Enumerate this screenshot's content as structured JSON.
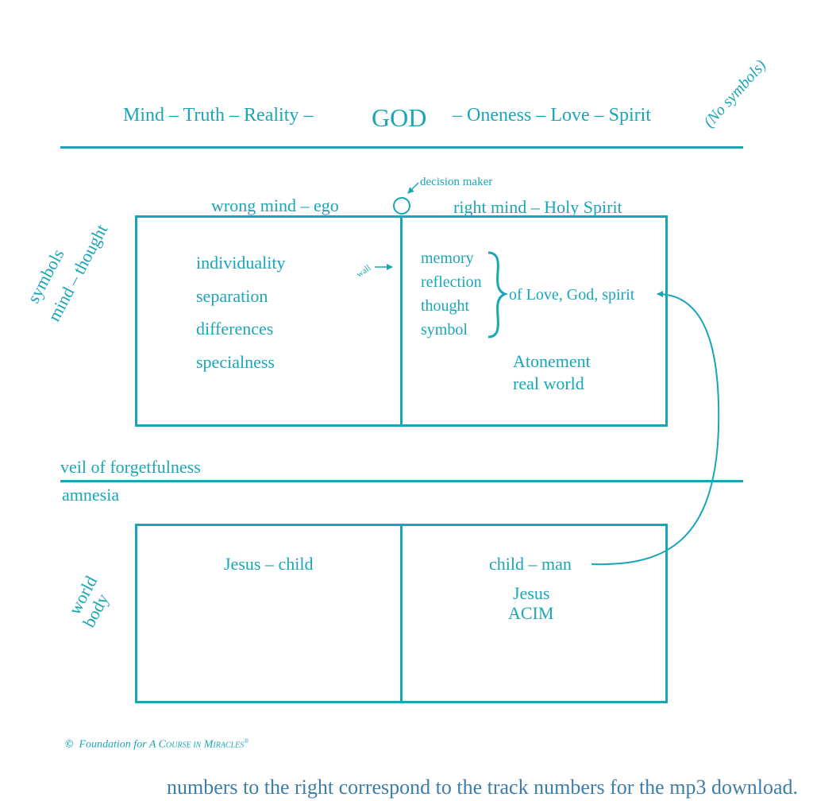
{
  "top": {
    "left_terms": "Mind – Truth – Reality –",
    "center": "GOD",
    "right_terms": "– Oneness – Love – Spirit",
    "note": "(No symbols)"
  },
  "decision_maker": "decision maker",
  "headings": {
    "wrong_mind": "wrong mind – ego",
    "right_mind": "right mind – Holy Spirit"
  },
  "side_labels": {
    "symbols": "symbols",
    "mind_thought": "mind – thought",
    "world": "world",
    "body": "body"
  },
  "wrong_mind_items": [
    "individuality",
    "separation",
    "differences",
    "specialness"
  ],
  "wall_label": "wall",
  "right_mind_items": [
    "memory",
    "reflection",
    "thought",
    "symbol"
  ],
  "right_mind_of": "of Love, God, spirit",
  "atonement": "Atonement",
  "real_world": "real world",
  "veil": "veil of forgetfulness",
  "amnesia": "amnesia",
  "lower_left": "Jesus – child",
  "lower_right": {
    "child_man": "child – man",
    "jesus": "Jesus",
    "acim": "ACIM"
  },
  "copyright": {
    "symbol": "©",
    "prefix": "Foundation for A C",
    "course_small": "OURSE IN",
    "m": " M",
    "miracles_small": "IRACLES",
    "reg": "®"
  },
  "footer_text": "numbers to the right correspond to the track numbers for the mp3 download."
}
